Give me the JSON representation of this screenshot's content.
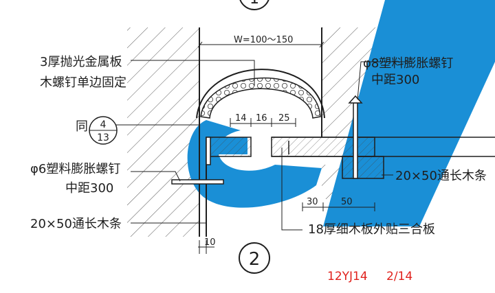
{
  "drawing": {
    "labels": {
      "metal_plate_line1": "3厚抛光金属板",
      "metal_plate_line2": "木螺钉单边固定",
      "same_as_prefix": "同",
      "same_as_top": "4",
      "same_as_bottom": "13",
      "left_screw_line1": "φ6塑料膨胀螺钉",
      "left_screw_line2": "中距300",
      "left_batten": "20×50通长木条",
      "right_screw_line1": "φ8塑料膨胀螺钉",
      "right_screw_line2": "中距300",
      "right_batten": "20×50通长木条",
      "plywood": "18厚细木板外贴三合板"
    },
    "dimensions": {
      "width": "W=100～150",
      "d14": "14",
      "d16": "16",
      "d25": "25",
      "d30": "30",
      "d50": "50",
      "d10": "10"
    },
    "detail_markers": {
      "top": "1",
      "bottom": "2"
    },
    "reference": {
      "code": "12YJ14",
      "page": "2/14",
      "color": "#e0211c"
    },
    "colors": {
      "highlight_blue": "#1a8fd6",
      "ink": "#1e1e1e"
    }
  }
}
